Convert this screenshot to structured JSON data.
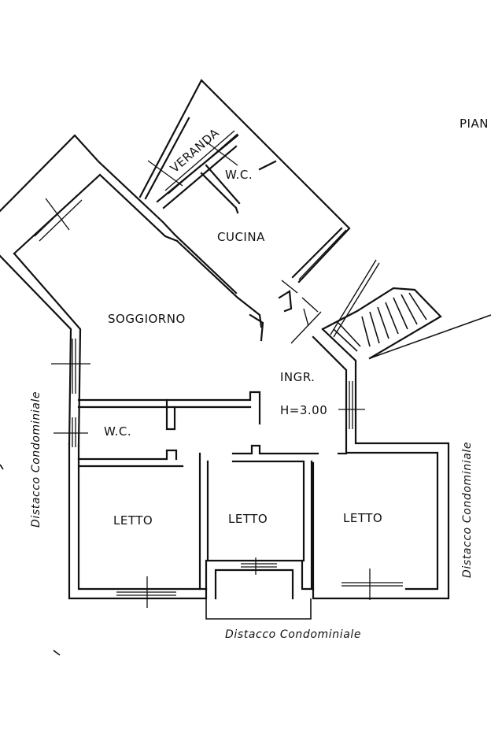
{
  "plan": {
    "corner_text": "PIAN",
    "rooms": {
      "veranda": "VERANDA",
      "wc_upper": "W.C.",
      "cucina": "CUCINA",
      "soggiorno": "SOGGIORNO",
      "ingresso": "INGR.",
      "height_note": "H=3.00",
      "wc_lower": "W.C.",
      "letto_left": "LETTO",
      "letto_center": "LETTO",
      "letto_right": "LETTO"
    },
    "boundaries": {
      "left": "Distacco Condominiale",
      "right": "Distacco Condominiale",
      "bottom": "Distacco Condominiale"
    }
  }
}
